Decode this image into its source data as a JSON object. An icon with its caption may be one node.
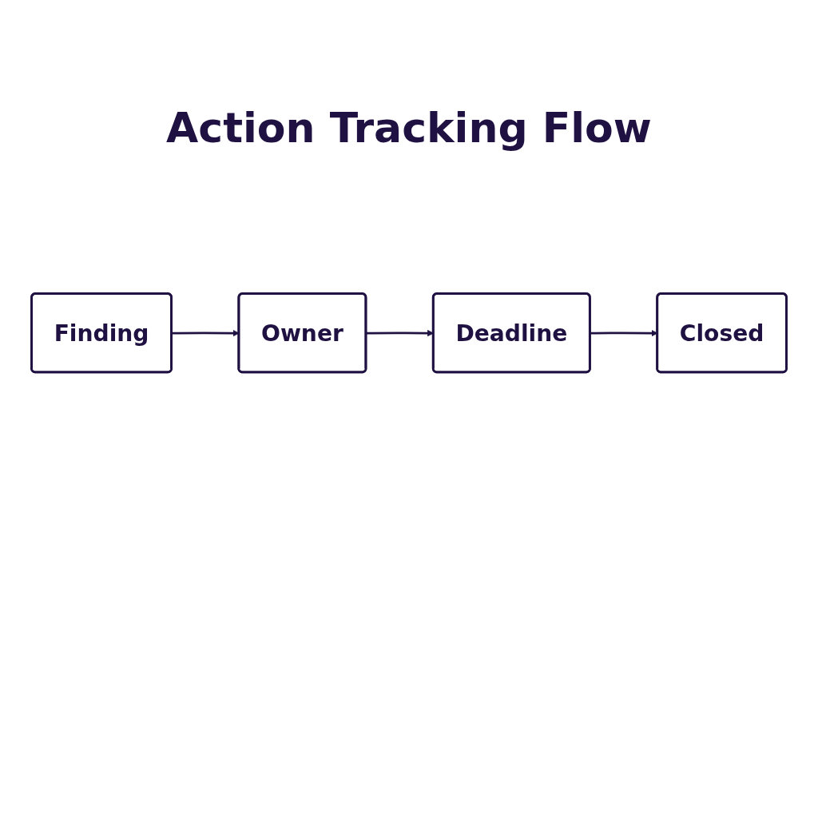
{
  "diagram": {
    "title": "Action Tracking Flow",
    "nodes": [
      {
        "text": [
          "Finding"
        ]
      },
      {
        "text": [
          "Owner"
        ]
      },
      {
        "text": [
          "Deadline"
        ]
      },
      {
        "text": [
          "Closed"
        ]
      }
    ],
    "edges": [
      {
        "from": 0,
        "to": 1,
        "arrow": "to"
      },
      {
        "from": 1,
        "to": 2,
        "arrow": "to"
      },
      {
        "from": 2,
        "to": 3,
        "arrow": "to"
      }
    ]
  }
}
